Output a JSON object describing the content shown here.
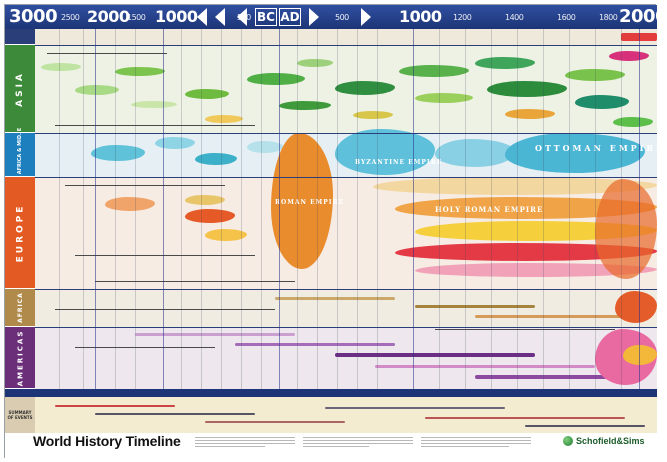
{
  "era_bar": {
    "labels": [
      "3000",
      "2500",
      "2000",
      "1500",
      "1000",
      "500",
      "BC",
      "AD",
      "500",
      "1000",
      "1200",
      "1400",
      "1600",
      "1800",
      "2000"
    ]
  },
  "regions": [
    {
      "label": "ASIA",
      "color": "#3d8a3a"
    },
    {
      "label": "N. AFRICA & MID. E",
      "color": "#1e7fbf"
    },
    {
      "label": "EUROPE",
      "color": "#e35b22"
    },
    {
      "label": "AFRICA",
      "color": "#b08a4a"
    },
    {
      "label": "AMERICAS",
      "color": "#6b2f7a"
    }
  ],
  "events_label": "SUMMARY OF EVENTS",
  "chart_labels": {
    "roman": "ROMAN EMPIRE",
    "ottoman": "OTTOMAN EMPIRE",
    "hre": "HOLY ROMAN EMPIRE",
    "byzantine": "BYZANTINE EMPIRE"
  },
  "footer": {
    "title": "World History Timeline",
    "brand": "Schofield&Sims"
  },
  "colors": {
    "navy": "#1d3577",
    "asia_green": "#5cb33a",
    "teal": "#6fc4dc",
    "orange": "#e88a2e",
    "red": "#d8303a",
    "yellow": "#f3d83a",
    "purple": "#8c4aa0",
    "pink": "#e35c9b"
  }
}
